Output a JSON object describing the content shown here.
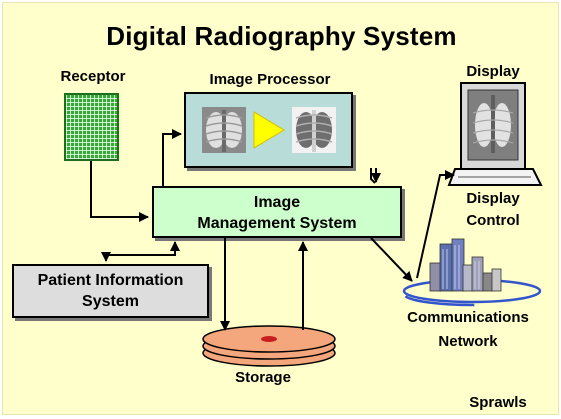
{
  "title": "Digital Radiography System",
  "labels": {
    "receptor": "Receptor",
    "image_processor": "Image Processor",
    "display": "Display",
    "ims_line1": "Image",
    "ims_line2": "Management System",
    "display_control_line1": "Display",
    "display_control_line2": "Control",
    "pis_line1": "Patient Information",
    "pis_line2": "System",
    "comms_line1": "Communications",
    "comms_line2": "Network",
    "storage": "Storage",
    "credit": "Sprawls"
  },
  "colors": {
    "background": "#ffffcc",
    "management_box": "#ccffcc",
    "processor_box": "#b8dcd8",
    "patient_box": "#dddddd",
    "receptor_grid": "#33aa33",
    "arrow_yellow": "#ffff00",
    "storage_disk": "#f4a77c",
    "network_ring": "#3355cc"
  }
}
